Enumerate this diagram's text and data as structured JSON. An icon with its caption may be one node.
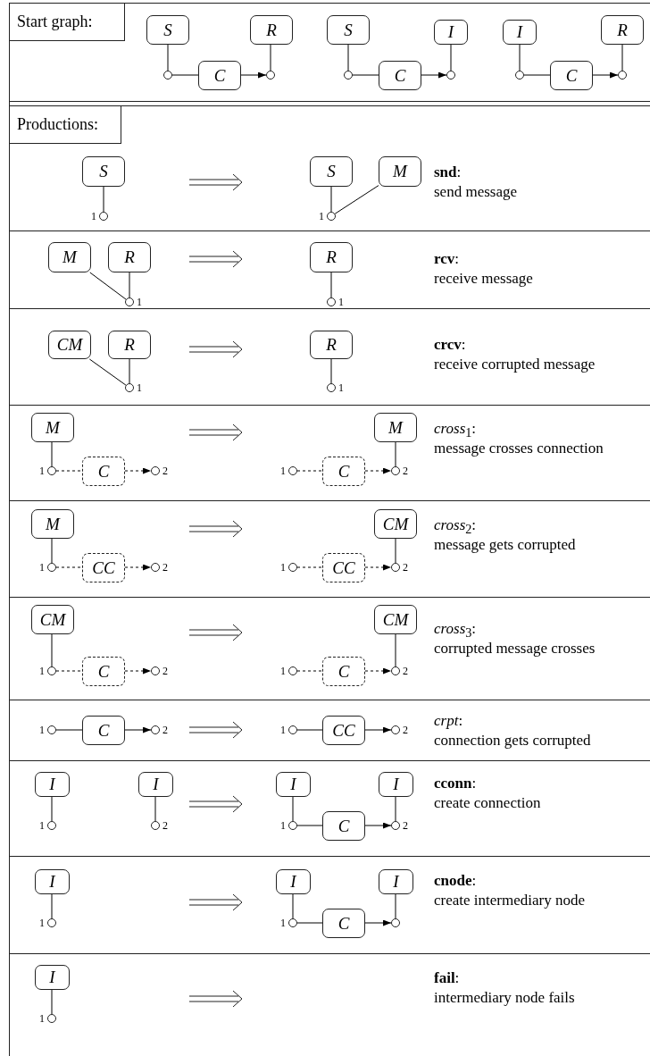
{
  "diagram": {
    "nodes": [
      {
        "text": [
          "Start graph:"
        ]
      },
      {
        "text": [
          "S"
        ]
      },
      {
        "text": [
          "R"
        ]
      },
      {
        "text": [],
        "shape": "circle"
      },
      {
        "text": [
          "C"
        ]
      },
      {
        "text": [],
        "shape": "circle"
      },
      {
        "text": [
          "S"
        ]
      },
      {
        "text": [
          "I"
        ]
      },
      {
        "text": [],
        "shape": "circle"
      },
      {
        "text": [
          "C"
        ]
      },
      {
        "text": [],
        "shape": "circle"
      },
      {
        "text": [
          "I"
        ]
      },
      {
        "text": [
          "R"
        ]
      },
      {
        "text": [],
        "shape": "circle"
      },
      {
        "text": [
          "C"
        ]
      },
      {
        "text": [],
        "shape": "circle"
      },
      {
        "text": [
          "Productions:"
        ]
      },
      {
        "text": [
          "S"
        ]
      },
      {
        "text": [],
        "shape": "circle",
        "beside": [
          "1"
        ]
      },
      {
        "text": [
          "S"
        ]
      },
      {
        "text": [
          "M"
        ]
      },
      {
        "text": [],
        "shape": "circle",
        "beside": [
          "1"
        ]
      },
      {
        "text": [
          "M"
        ]
      },
      {
        "text": [
          "R"
        ]
      },
      {
        "text": [],
        "shape": "circle",
        "beside": [
          "1"
        ]
      },
      {
        "text": [
          "R"
        ]
      },
      {
        "text": [],
        "shape": "circle",
        "beside": [
          "1"
        ]
      },
      {
        "text": [
          "CM"
        ]
      },
      {
        "text": [
          "R"
        ]
      },
      {
        "text": [],
        "shape": "circle",
        "beside": [
          "1"
        ]
      },
      {
        "text": [
          "R"
        ]
      },
      {
        "text": [],
        "shape": "circle",
        "beside": [
          "1"
        ]
      },
      {
        "text": [
          "M"
        ]
      },
      {
        "text": [],
        "shape": "circle",
        "beside": [
          "1"
        ]
      },
      {
        "text": [
          "C"
        ]
      },
      {
        "text": [],
        "shape": "circle",
        "beside": [
          "2"
        ]
      },
      {
        "text": [
          "M"
        ]
      },
      {
        "text": [],
        "shape": "circle",
        "beside": [
          "1"
        ]
      },
      {
        "text": [
          "C"
        ]
      },
      {
        "text": [],
        "shape": "circle",
        "beside": [
          "2"
        ]
      },
      {
        "text": [
          "M"
        ]
      },
      {
        "text": [],
        "shape": "circle",
        "beside": [
          "1"
        ]
      },
      {
        "text": [
          "CC"
        ]
      },
      {
        "text": [],
        "shape": "circle",
        "beside": [
          "2"
        ]
      },
      {
        "text": [
          "CM"
        ]
      },
      {
        "text": [],
        "shape": "circle",
        "beside": [
          "1"
        ]
      },
      {
        "text": [
          "CC"
        ]
      },
      {
        "text": [],
        "shape": "circle",
        "beside": [
          "2"
        ]
      },
      {
        "text": [
          "CM"
        ]
      },
      {
        "text": [],
        "shape": "circle",
        "beside": [
          "1"
        ]
      },
      {
        "text": [
          "C"
        ]
      },
      {
        "text": [],
        "shape": "circle",
        "beside": [
          "2"
        ]
      },
      {
        "text": [
          "CM"
        ]
      },
      {
        "text": [],
        "shape": "circle",
        "beside": [
          "1"
        ]
      },
      {
        "text": [
          "C"
        ]
      },
      {
        "text": [],
        "shape": "circle",
        "beside": [
          "2"
        ]
      },
      {
        "text": [],
        "shape": "circle",
        "beside": [
          "1"
        ]
      },
      {
        "text": [
          "C"
        ]
      },
      {
        "text": [],
        "shape": "circle",
        "beside": [
          "2"
        ]
      },
      {
        "text": [],
        "shape": "circle",
        "beside": [
          "1"
        ]
      },
      {
        "text": [
          "CC"
        ]
      },
      {
        "text": [],
        "shape": "circle",
        "beside": [
          "2"
        ]
      },
      {
        "text": [
          "I"
        ]
      },
      {
        "text": [],
        "shape": "circle",
        "beside": [
          "1"
        ]
      },
      {
        "text": [
          "I"
        ]
      },
      {
        "text": [],
        "shape": "circle",
        "beside": [
          "2"
        ]
      },
      {
        "text": [
          "I"
        ]
      },
      {
        "text": [
          "I"
        ]
      },
      {
        "text": [],
        "shape": "circle",
        "beside": [
          "1"
        ]
      },
      {
        "text": [
          "C"
        ]
      },
      {
        "text": [],
        "shape": "circle",
        "beside": [
          "2"
        ]
      },
      {
        "text": [
          "I"
        ]
      },
      {
        "text": [],
        "shape": "circle",
        "beside": [
          "1"
        ]
      },
      {
        "text": [
          "I"
        ]
      },
      {
        "text": [
          "I"
        ]
      },
      {
        "text": [],
        "shape": "circle",
        "beside": [
          "1"
        ]
      },
      {
        "text": [
          "C"
        ]
      },
      {
        "text": [],
        "shape": "circle"
      },
      {
        "text": [
          "I"
        ]
      },
      {
        "text": [],
        "shape": "circle",
        "beside": [
          "1"
        ]
      }
    ],
    "edges": [
      {
        "from": 1,
        "to": 3,
        "arrow": "none"
      },
      {
        "from": 3,
        "to": 4,
        "arrow": "none"
      },
      {
        "from": 4,
        "to": 5,
        "arrow": "to"
      },
      {
        "from": 2,
        "to": 5,
        "arrow": "none"
      },
      {
        "from": 6,
        "to": 8,
        "arrow": "none"
      },
      {
        "from": 8,
        "to": 9,
        "arrow": "none"
      },
      {
        "from": 9,
        "to": 10,
        "arrow": "to"
      },
      {
        "from": 7,
        "to": 10,
        "arrow": "none"
      },
      {
        "from": 11,
        "to": 13,
        "arrow": "none"
      },
      {
        "from": 13,
        "to": 14,
        "arrow": "none"
      },
      {
        "from": 14,
        "to": 15,
        "arrow": "to"
      },
      {
        "from": 12,
        "to": 15,
        "arrow": "none"
      },
      {
        "from": 17,
        "to": 18,
        "arrow": "none"
      },
      {
        "from": 19,
        "to": 21,
        "arrow": "none"
      },
      {
        "from": 20,
        "to": 21,
        "arrow": "none"
      },
      {
        "from": 22,
        "to": 24,
        "arrow": "none"
      },
      {
        "from": 23,
        "to": 24,
        "arrow": "none"
      },
      {
        "from": 25,
        "to": 26,
        "arrow": "none"
      },
      {
        "from": 27,
        "to": 29,
        "arrow": "none"
      },
      {
        "from": 28,
        "to": 29,
        "arrow": "none"
      },
      {
        "from": 30,
        "to": 31,
        "arrow": "none"
      },
      {
        "from": 32,
        "to": 33,
        "arrow": "none"
      },
      {
        "from": 33,
        "to": 34,
        "arrow": "none",
        "style": "dashed"
      },
      {
        "from": 34,
        "to": 35,
        "arrow": "to",
        "style": "dashed"
      },
      {
        "from": 37,
        "to": 38,
        "arrow": "none",
        "style": "dashed"
      },
      {
        "from": 38,
        "to": 39,
        "arrow": "to",
        "style": "dashed"
      },
      {
        "from": 36,
        "to": 39,
        "arrow": "none"
      },
      {
        "from": 40,
        "to": 41,
        "arrow": "none"
      },
      {
        "from": 41,
        "to": 42,
        "arrow": "none",
        "style": "dashed"
      },
      {
        "from": 42,
        "to": 43,
        "arrow": "to",
        "style": "dashed"
      },
      {
        "from": 45,
        "to": 46,
        "arrow": "none",
        "style": "dashed"
      },
      {
        "from": 46,
        "to": 47,
        "arrow": "to",
        "style": "dashed"
      },
      {
        "from": 44,
        "to": 47,
        "arrow": "none"
      },
      {
        "from": 48,
        "to": 49,
        "arrow": "none"
      },
      {
        "from": 49,
        "to": 50,
        "arrow": "none",
        "style": "dashed"
      },
      {
        "from": 50,
        "to": 51,
        "arrow": "to",
        "style": "dashed"
      },
      {
        "from": 53,
        "to": 54,
        "arrow": "none",
        "style": "dashed"
      },
      {
        "from": 54,
        "to": 55,
        "arrow": "to",
        "style": "dashed"
      },
      {
        "from": 52,
        "to": 55,
        "arrow": "none"
      },
      {
        "from": 56,
        "to": 57,
        "arrow": "none"
      },
      {
        "from": 57,
        "to": 58,
        "arrow": "to"
      },
      {
        "from": 59,
        "to": 60,
        "arrow": "none"
      },
      {
        "from": 60,
        "to": 61,
        "arrow": "to"
      },
      {
        "from": 62,
        "to": 63,
        "arrow": "none"
      },
      {
        "from": 64,
        "to": 65,
        "arrow": "none"
      },
      {
        "from": 66,
        "to": 68,
        "arrow": "none"
      },
      {
        "from": 68,
        "to": 69,
        "arrow": "none"
      },
      {
        "from": 69,
        "to": 70,
        "arrow": "to"
      },
      {
        "from": 67,
        "to": 70,
        "arrow": "none"
      },
      {
        "from": 71,
        "to": 72,
        "arrow": "none"
      },
      {
        "from": 73,
        "to": 75,
        "arrow": "none"
      },
      {
        "from": 75,
        "to": 76,
        "arrow": "none"
      },
      {
        "from": 76,
        "to": 77,
        "arrow": "to"
      },
      {
        "from": 74,
        "to": 77,
        "arrow": "none"
      },
      {
        "from": 78,
        "to": 79,
        "arrow": "none"
      }
    ],
    "labels": [
      "**snd**:",
      "send message",
      "**rcv**:",
      "receive message",
      "**crcv**:",
      "receive corrupted message",
      "*cross*$_{1}$:",
      "message crosses connection",
      "*cross*$_{2}$:",
      "message gets corrupted",
      "*cross*$_{3}$:",
      "corrupted message crosses",
      "*crpt*:",
      "connection gets corrupted",
      "**cconn**:",
      "create connection",
      "**cnode**:",
      "create intermediary node",
      "**fail**:",
      "intermediary node fails"
    ]
  }
}
